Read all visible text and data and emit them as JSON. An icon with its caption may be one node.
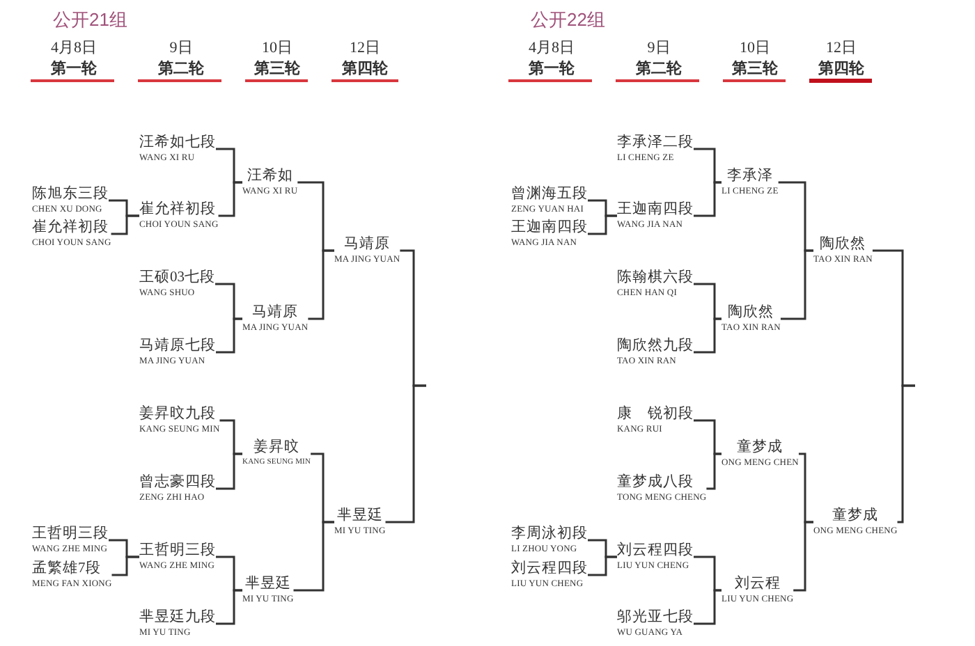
{
  "diagram": {
    "nodes": [
      {
        "text": [
          "陈旭东三段",
          "CHEN XU DONG"
        ]
      },
      {
        "text": [
          "崔允祥初段",
          "CHOI YOUN SANG"
        ]
      },
      {
        "text": [
          "王哲明三段",
          "WANG ZHE MING"
        ]
      },
      {
        "text": [
          "孟繁雄7段",
          "MENG FAN XIONG"
        ]
      },
      {
        "text": [
          "汪希如七段",
          "WANG XI RU"
        ]
      },
      {
        "text": [
          "崔允祥初段",
          "CHOI YOUN SANG"
        ]
      },
      {
        "text": [
          "王硕03七段",
          "WANG SHUO"
        ]
      },
      {
        "text": [
          "马靖原七段",
          "MA JING YUAN"
        ]
      },
      {
        "text": [
          "姜昇旼九段",
          "KANG SEUNG MIN"
        ]
      },
      {
        "text": [
          "曾志豪四段",
          "ZENG ZHI HAO"
        ]
      },
      {
        "text": [
          "王哲明三段",
          "WANG ZHE MING"
        ]
      },
      {
        "text": [
          "芈昱廷九段",
          "MI YU TING"
        ]
      },
      {
        "text": [
          "汪希如",
          "WANG XI RU"
        ]
      },
      {
        "text": [
          "马靖原",
          "MA JING YUAN"
        ]
      },
      {
        "text": [
          "姜昇旼",
          "KANG SEUNG MIN"
        ]
      },
      {
        "text": [
          "芈昱廷",
          "MI YU TING"
        ]
      },
      {
        "text": [
          "马靖原",
          "MA JING YUAN"
        ]
      },
      {
        "text": [
          "芈昱廷",
          "MI YU TING"
        ]
      },
      {
        "text": [
          "曾渊海五段",
          "ZENG YUAN HAI"
        ]
      },
      {
        "text": [
          "王迦南四段",
          "WANG JIA NAN"
        ]
      },
      {
        "text": [
          "李周泳初段",
          "LI ZHOU YONG"
        ]
      },
      {
        "text": [
          "刘云程四段",
          "LIU YUN CHENG"
        ]
      },
      {
        "text": [
          "李承泽二段",
          "LI CHENG ZE"
        ]
      },
      {
        "text": [
          "王迦南四段",
          "WANG JIA NAN"
        ]
      },
      {
        "text": [
          "陈翰棋六段",
          "CHEN HAN QI"
        ]
      },
      {
        "text": [
          "陶欣然九段",
          "TAO XIN RAN"
        ]
      },
      {
        "text": [
          "康　锐初段",
          "KANG RUI"
        ]
      },
      {
        "text": [
          "童梦成八段",
          "TONG MENG CHENG"
        ]
      },
      {
        "text": [
          "刘云程四段",
          "LIU YUN CHENG"
        ]
      },
      {
        "text": [
          "邬光亚七段",
          "WU GUANG YA"
        ]
      },
      {
        "text": [
          "李承泽",
          "LI CHENG ZE"
        ]
      },
      {
        "text": [
          "陶欣然",
          "TAO XIN RAN"
        ]
      },
      {
        "text": [
          "童梦成",
          "ONG MENG CHEN"
        ]
      },
      {
        "text": [
          "刘云程",
          "LIU YUN CHENG"
        ]
      },
      {
        "text": [
          "陶欣然",
          "TAO XIN RAN"
        ]
      },
      {
        "text": [
          "童梦成",
          "ONG MENG CHENG"
        ]
      }
    ],
    "edges": [
      {
        "from": 0,
        "to": 5,
        "arrow": "none"
      },
      {
        "from": 1,
        "to": 5,
        "arrow": "none"
      },
      {
        "from": 2,
        "to": 10,
        "arrow": "none"
      },
      {
        "from": 3,
        "to": 10,
        "arrow": "none"
      },
      {
        "from": 4,
        "to": 12,
        "arrow": "none"
      },
      {
        "from": 5,
        "to": 12,
        "arrow": "none"
      },
      {
        "from": 6,
        "to": 13,
        "arrow": "none"
      },
      {
        "from": 7,
        "to": 13,
        "arrow": "none"
      },
      {
        "from": 8,
        "to": 14,
        "arrow": "none"
      },
      {
        "from": 9,
        "to": 14,
        "arrow": "none"
      },
      {
        "from": 10,
        "to": 15,
        "arrow": "none"
      },
      {
        "from": 11,
        "to": 15,
        "arrow": "none"
      },
      {
        "from": 12,
        "to": 16,
        "arrow": "none"
      },
      {
        "from": 13,
        "to": 16,
        "arrow": "none"
      },
      {
        "from": 14,
        "to": 17,
        "arrow": "none"
      },
      {
        "from": 15,
        "to": 17,
        "arrow": "none"
      },
      {
        "from": 16,
        "to": null,
        "arrow": "none"
      },
      {
        "from": 17,
        "to": null,
        "arrow": "none"
      },
      {
        "from": 18,
        "to": 23,
        "arrow": "none"
      },
      {
        "from": 19,
        "to": 23,
        "arrow": "none"
      },
      {
        "from": 20,
        "to": 28,
        "arrow": "none"
      },
      {
        "from": 21,
        "to": 28,
        "arrow": "none"
      },
      {
        "from": 22,
        "to": 30,
        "arrow": "none"
      },
      {
        "from": 23,
        "to": 30,
        "arrow": "none"
      },
      {
        "from": 24,
        "to": 31,
        "arrow": "none"
      },
      {
        "from": 25,
        "to": 31,
        "arrow": "none"
      },
      {
        "from": 26,
        "to": 32,
        "arrow": "none"
      },
      {
        "from": 27,
        "to": 32,
        "arrow": "none"
      },
      {
        "from": 28,
        "to": 33,
        "arrow": "none"
      },
      {
        "from": 29,
        "to": 33,
        "arrow": "none"
      },
      {
        "from": 30,
        "to": 34,
        "arrow": "none"
      },
      {
        "from": 31,
        "to": 34,
        "arrow": "none"
      },
      {
        "from": 32,
        "to": 35,
        "arrow": "none"
      },
      {
        "from": 33,
        "to": 35,
        "arrow": "none"
      },
      {
        "from": 34,
        "to": null,
        "arrow": "none"
      },
      {
        "from": 35,
        "to": null,
        "arrow": "none"
      }
    ],
    "labels": [
      "公开21组",
      "4月8日",
      "第一轮",
      "9日",
      "第二轮",
      "10日",
      "第三轮",
      "12日",
      "第四轮",
      "公开22组",
      "4月8日",
      "第一轮",
      "9日",
      "第二轮",
      "10日",
      "第三轮",
      "12日",
      "第四轮"
    ]
  }
}
